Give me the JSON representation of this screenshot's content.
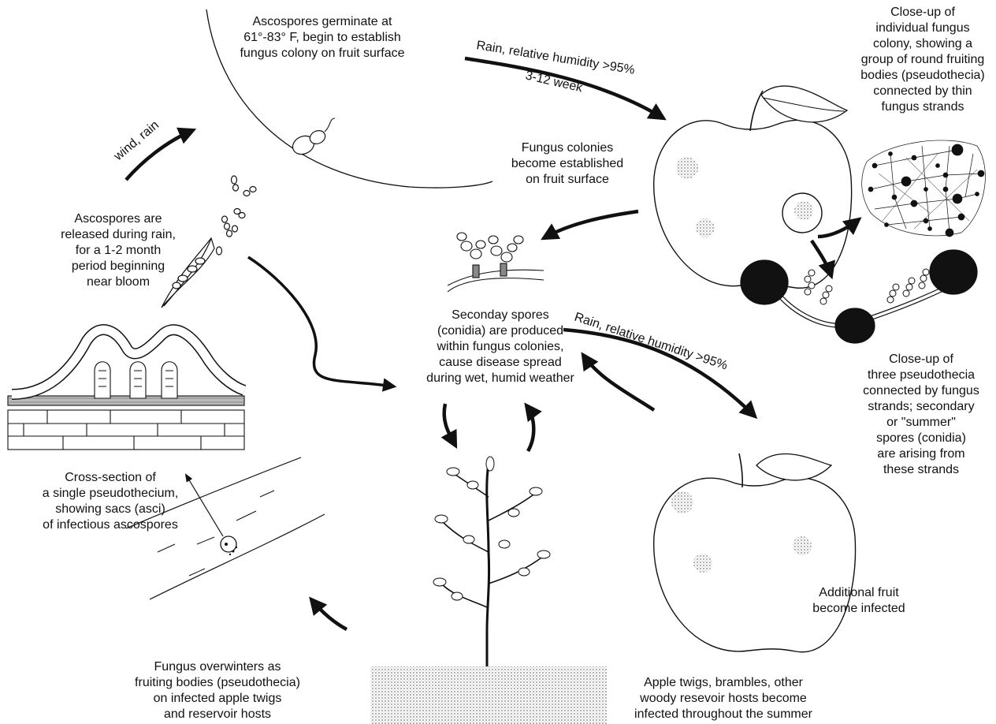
{
  "labels": {
    "ascospore_germinate": "Ascospores germinate at\n61°-83° F, begin to establish\nfungus colony on fruit surface",
    "closeup_colony": "Close-up of\nindividual fungus\ncolony, showing a\ngroup of round fruiting\nbodies (pseudothecia)\nconnected by thin\nfungus strands",
    "colonies_established": "Fungus colonies\nbecome established\non fruit surface",
    "ascospores_released": "Ascospores are\nreleased during rain,\nfor a 1-2 month\nperiod beginning\nnear bloom",
    "secondary_spores": "Seconday spores\n(conidia) are produced\nwithin fungus colonies,\ncause disease spread\nduring wet, humid weather",
    "closeup_three": "Close-up of\nthree  pseudothecia\nconnected by fungus\nstrands; secondary\nor \"summer\"\nspores (conidia)\nare arising from\nthese strands",
    "cross_section": "Cross-section of\na single pseudothecium,\nshowing sacs (asci)\nof infectious ascospores",
    "additional_fruit": "Additional fruit\nbecome infected",
    "overwinters": "Fungus overwinters as\nfruiting bodies (pseudothecia)\non infected apple twigs\nand reservoir hosts",
    "reservoir_hosts": "Apple twigs, brambles, other\nwoody resevoir hosts become\ninfected throughout the summer"
  },
  "arrow_labels": {
    "wind_rain": "wind, rain",
    "rain_humidity_top": "Rain, relative humidity >95%",
    "weeks": "3-12 week",
    "rain_humidity_mid": "Rain, relative humidity >95%"
  }
}
